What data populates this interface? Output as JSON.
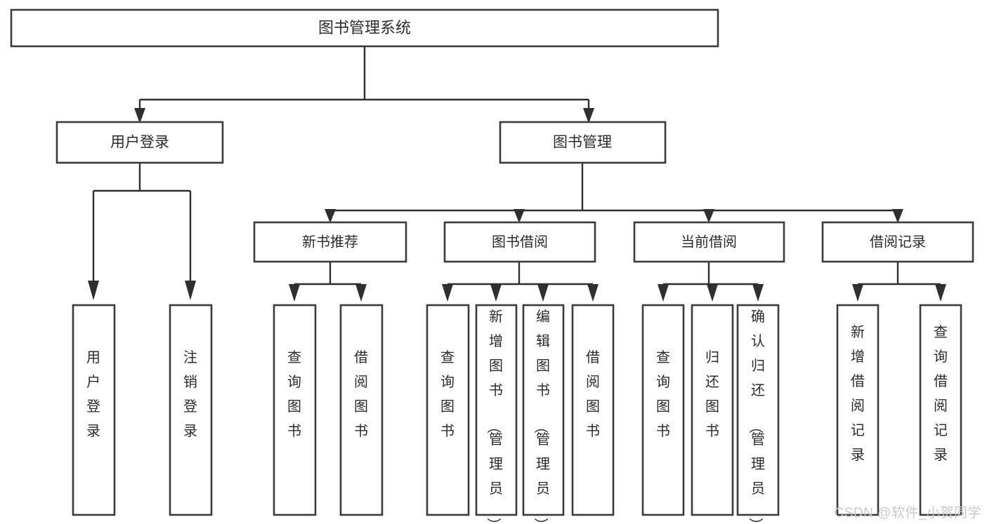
{
  "diagram": {
    "type": "tree",
    "title": "图书管理系统",
    "root": {
      "id": "root",
      "label": "图书管理系统",
      "level": 0
    },
    "level1": [
      {
        "id": "user-login",
        "label": "用户登录"
      },
      {
        "id": "book-manage",
        "label": "图书管理"
      }
    ],
    "level2": [
      {
        "id": "new-book-recommend",
        "label": "新书推荐",
        "parent": "book-manage"
      },
      {
        "id": "book-borrow",
        "label": "图书借阅",
        "parent": "book-manage"
      },
      {
        "id": "current-borrow",
        "label": "当前借阅",
        "parent": "book-manage"
      },
      {
        "id": "borrow-record",
        "label": "借阅记录",
        "parent": "book-manage"
      }
    ],
    "leaves": [
      {
        "id": "leaf-user-login",
        "label": "用户登录",
        "parent": "user-login"
      },
      {
        "id": "leaf-logout-login",
        "label": "注销登录",
        "parent": "user-login"
      },
      {
        "id": "leaf-query-book-1",
        "label": "查询图书",
        "parent": "new-book-recommend"
      },
      {
        "id": "leaf-borrow-book-1",
        "label": "借阅图书",
        "parent": "new-book-recommend"
      },
      {
        "id": "leaf-query-book-2",
        "label": "查询图书",
        "parent": "book-borrow"
      },
      {
        "id": "leaf-add-book",
        "label": "新增图书（管理员）",
        "parent": "book-borrow"
      },
      {
        "id": "leaf-edit-book",
        "label": "编辑图书（管理员）",
        "parent": "book-borrow"
      },
      {
        "id": "leaf-borrow-book-2",
        "label": "借阅图书",
        "parent": "book-borrow"
      },
      {
        "id": "leaf-query-book-3",
        "label": "查询图书",
        "parent": "current-borrow"
      },
      {
        "id": "leaf-return-book",
        "label": "归还图书",
        "parent": "current-borrow"
      },
      {
        "id": "leaf-confirm-return",
        "label": "确认归还（管理员）",
        "parent": "current-borrow"
      },
      {
        "id": "leaf-add-record",
        "label": "新增借阅记录",
        "parent": "borrow-record"
      },
      {
        "id": "leaf-query-record",
        "label": "查询借阅记录",
        "parent": "borrow-record"
      }
    ],
    "colors": {
      "box_stroke": "#3b3b3b",
      "connector": "#2f2f2f",
      "text": "#2b2b2b",
      "background": "#ffffff",
      "watermark": "#c9c9c9"
    }
  },
  "watermark": {
    "text": "CSDN @软件_小贺同学"
  }
}
